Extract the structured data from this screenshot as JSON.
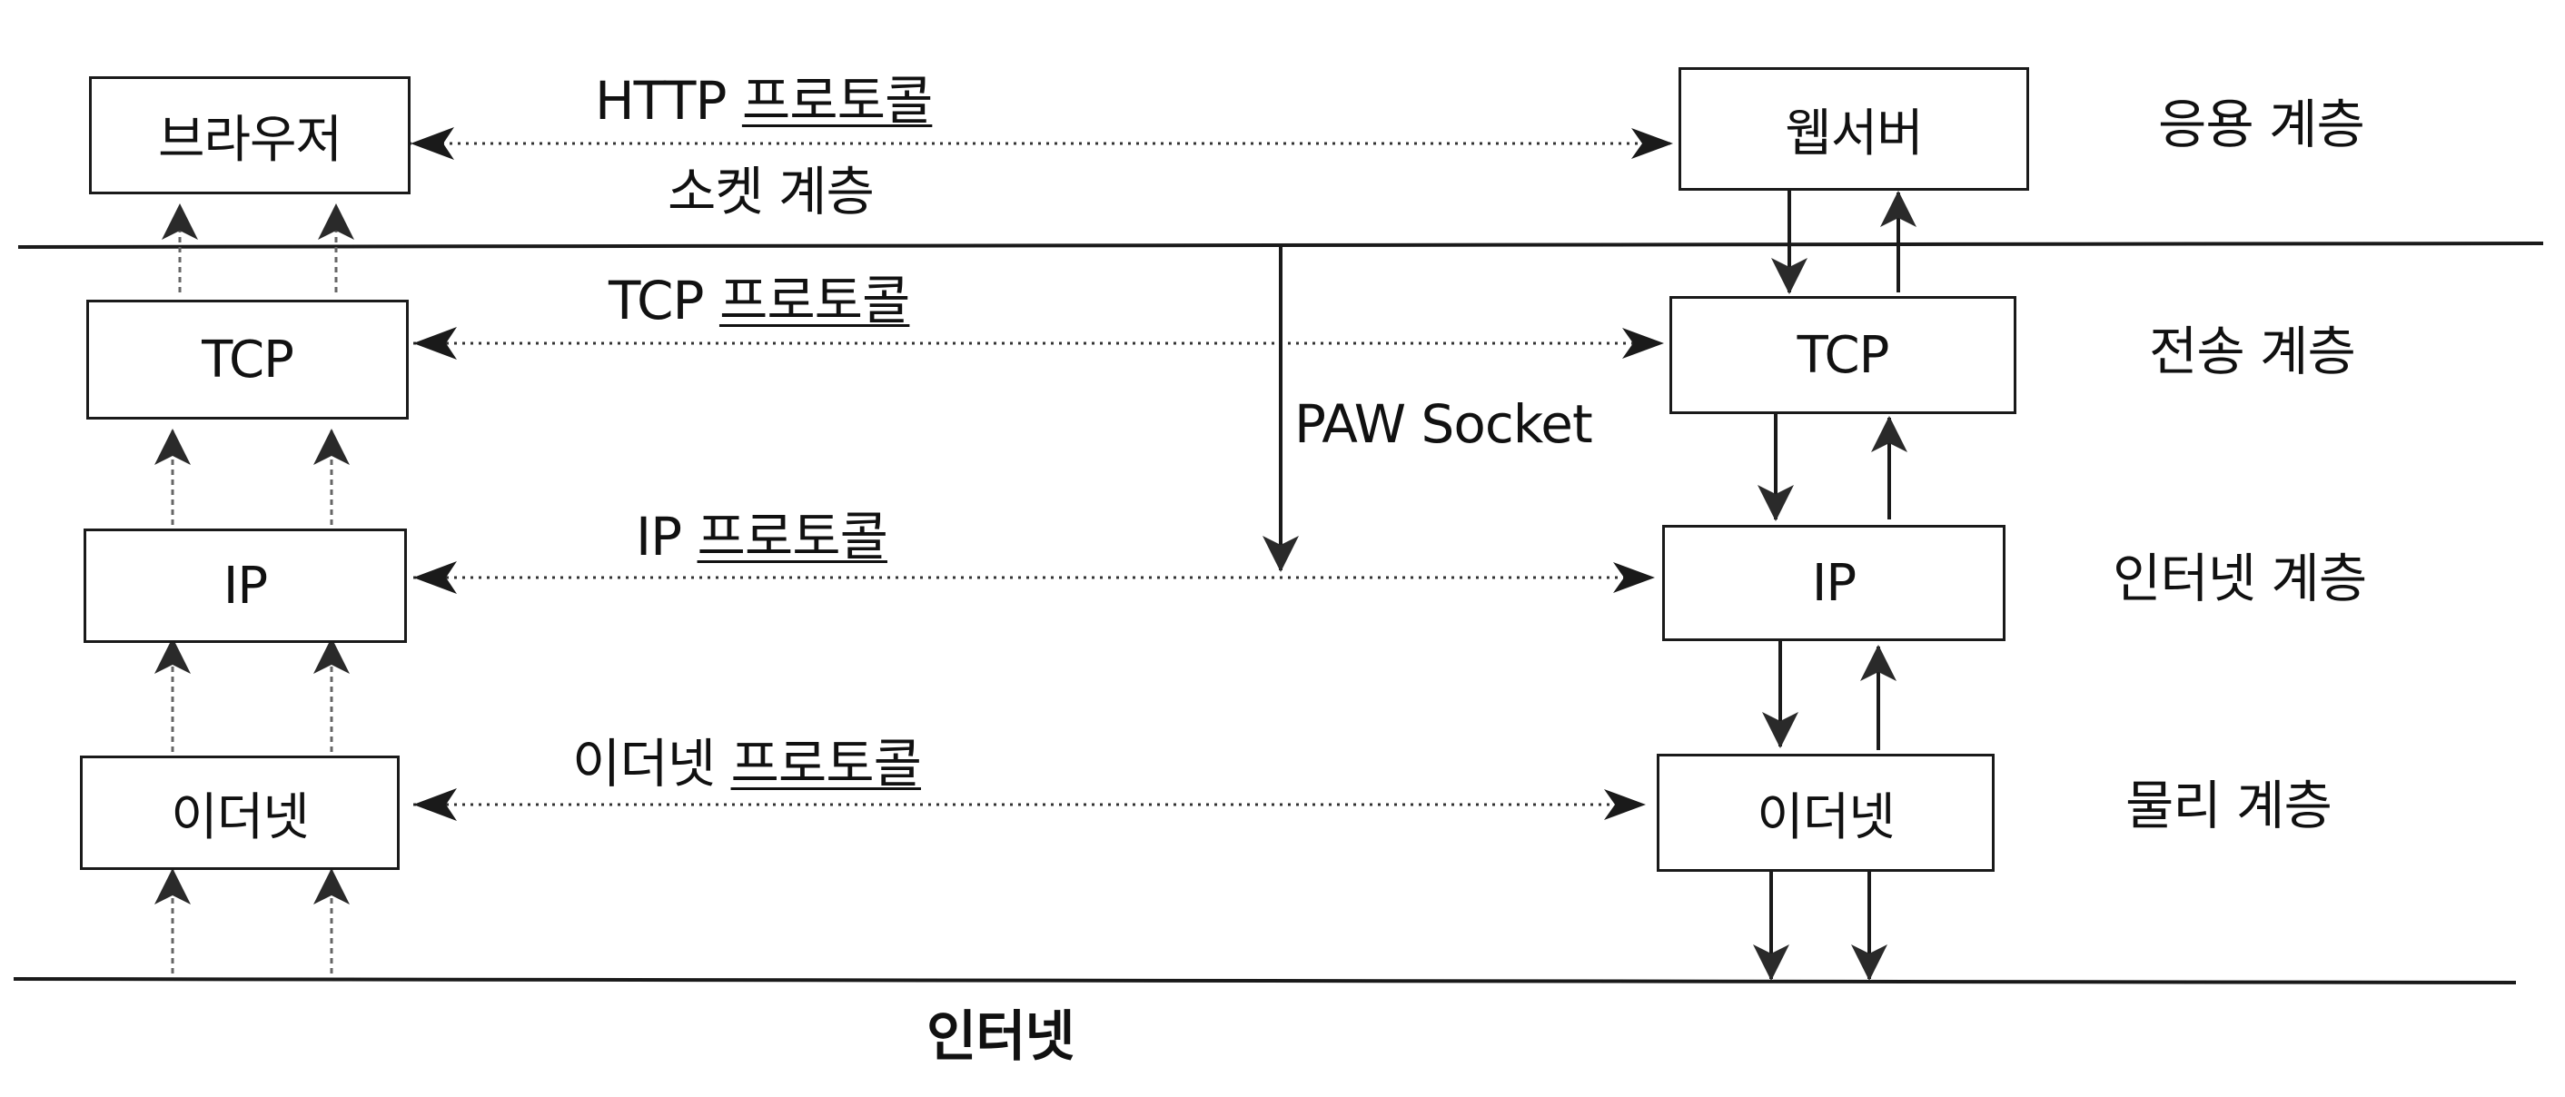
{
  "left_stack": {
    "browser": "브라우저",
    "tcp": "TCP",
    "ip": "IP",
    "ethernet": "이더넷"
  },
  "right_stack": {
    "webserver": "웹서버",
    "tcp": "TCP",
    "ip": "IP",
    "ethernet": "이더넷"
  },
  "protocols": {
    "http_prefix": "HTTP",
    "http_suffix": "프로토콜",
    "socket_layer": "소켓 계층",
    "tcp_prefix": "TCP",
    "tcp_suffix": "프로토콜",
    "ip_prefix": "IP",
    "ip_suffix": "프로토콜",
    "eth_prefix": "이더넷",
    "eth_suffix": "프로토콜"
  },
  "raw_socket_label": "PAW Socket",
  "layers": {
    "application": "응용 계층",
    "transport": "전송 계층",
    "internet": "인터넷 계층",
    "physical": "물리 계층"
  },
  "bottom_label": "인터넷",
  "colors": {
    "line": "#1a1a1a",
    "dotted": "#333333",
    "faint_arrow": "#555555"
  }
}
